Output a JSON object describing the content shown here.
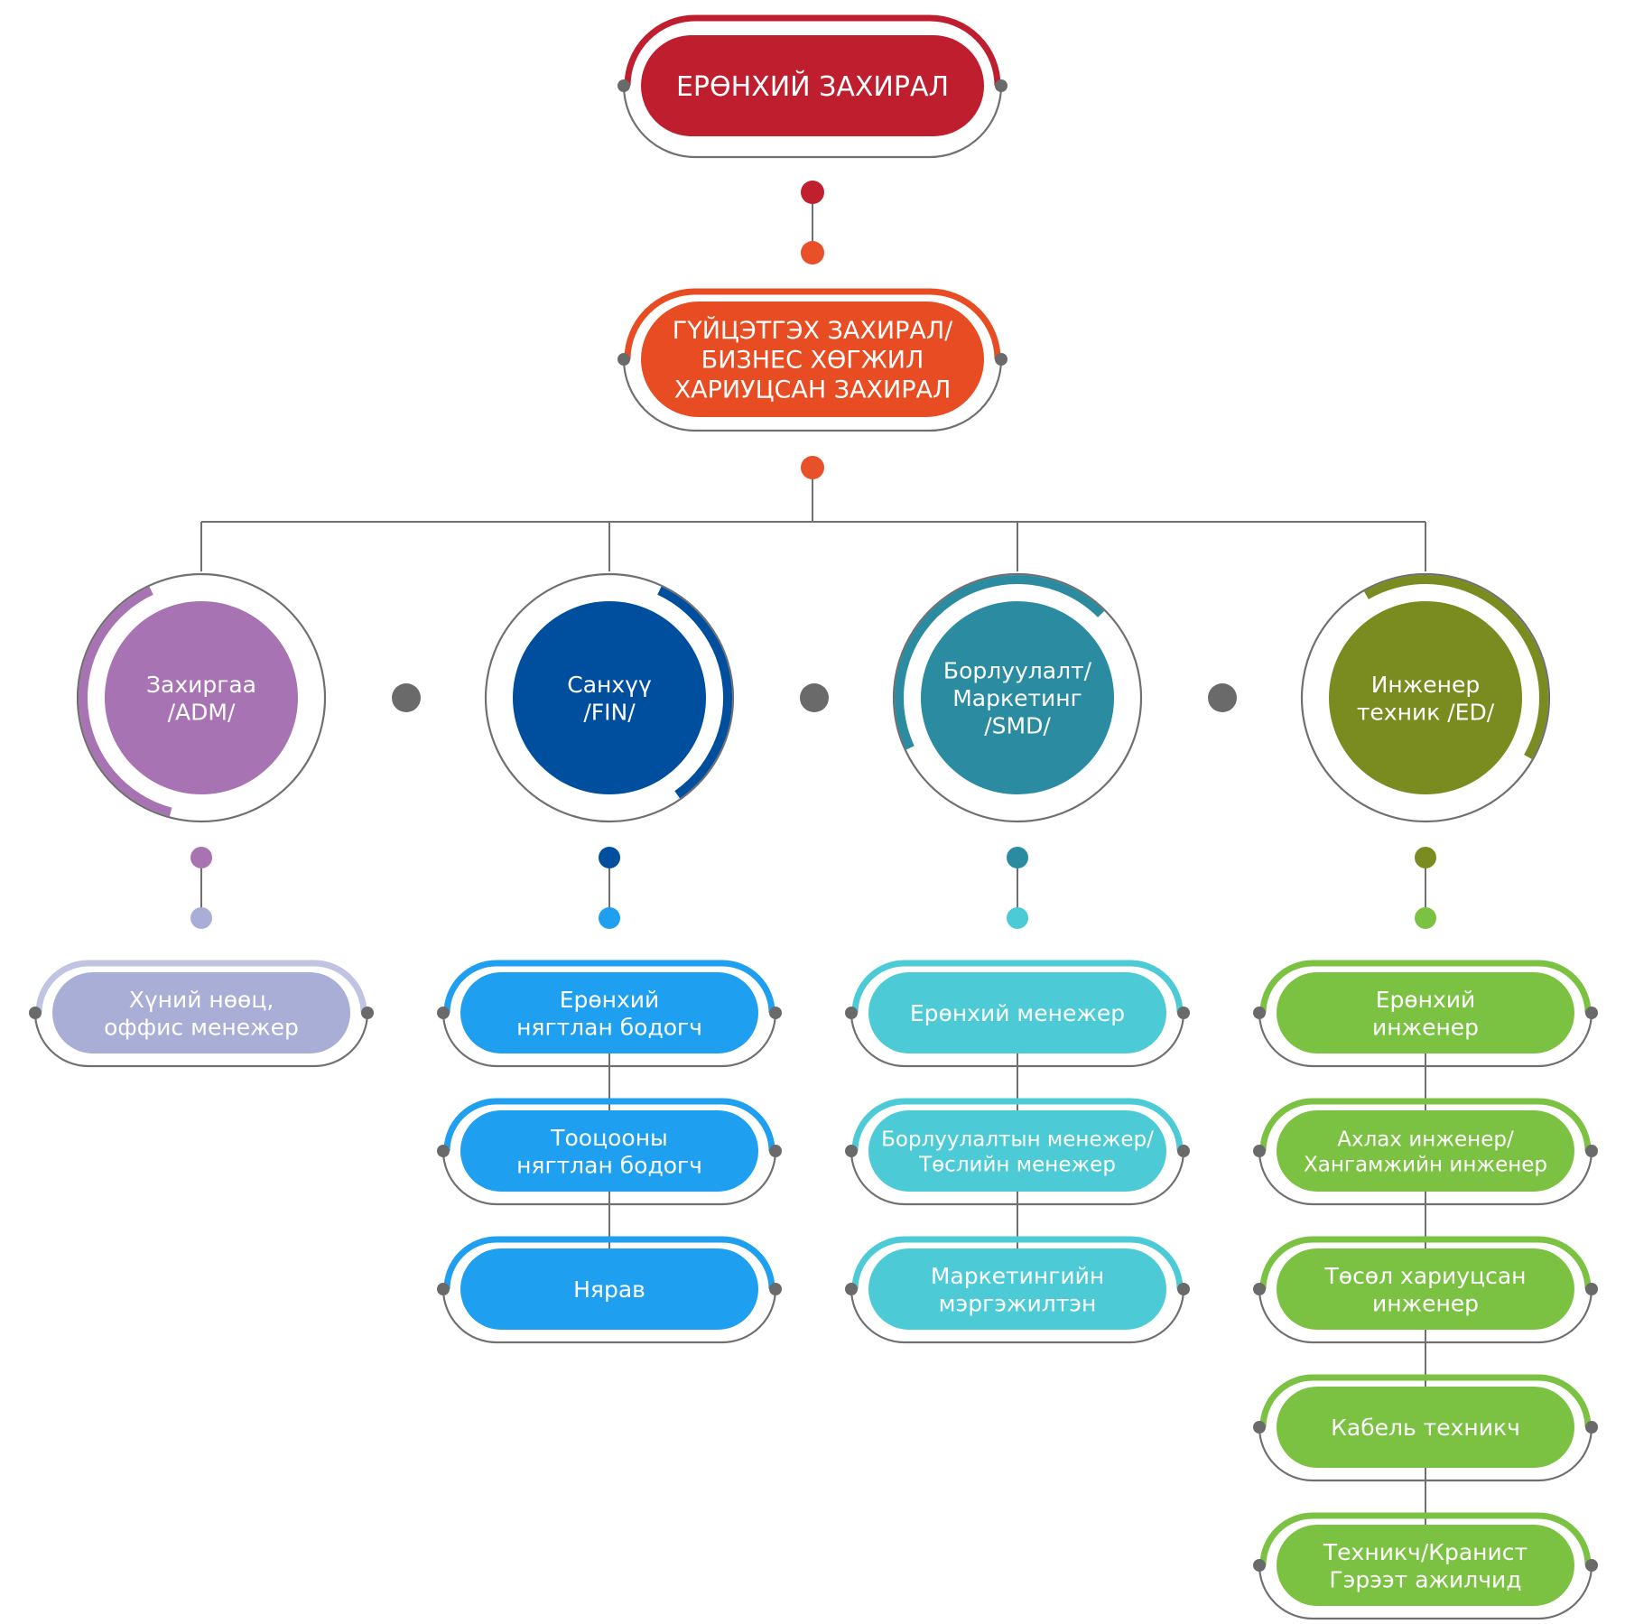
{
  "colors": {
    "gray": "#707070",
    "dot": "#6a6a6a",
    "ceo": "#be1e2d",
    "ceo_dot": "#c0202e",
    "exec": "#e84c22",
    "exec_dot": "#e8502a",
    "text_on_fill": "#ffffff"
  },
  "ceo": {
    "label": "ЕРӨНХИЙ ЗАХИРАЛ"
  },
  "executive": {
    "lines": [
      "ГҮЙЦЭТГЭХ ЗАХИРАЛ/",
      "БИЗНЕС ХӨГЖИЛ",
      "ХАРИУЦСАН ЗАХИРАЛ"
    ]
  },
  "departments": [
    {
      "id": "adm",
      "lines": [
        "Захиргаа",
        "/ADM/"
      ],
      "color": "#a873b2",
      "arc_color": "#a873b2",
      "dot_top": "#a873b2",
      "dot_bottom": "#a9aed6",
      "box_color": "#a9aed6",
      "box_arc": "#c0c3e2",
      "positions": [
        {
          "lines": [
            "Хүний нөөц,",
            "оффис менежер"
          ]
        }
      ]
    },
    {
      "id": "fin",
      "lines": [
        "Санхүү",
        "/FIN/"
      ],
      "color": "#004f9f",
      "arc_color": "#004f9f",
      "dot_top": "#004f9f",
      "dot_bottom": "#1e9fef",
      "box_color": "#1e9fef",
      "box_arc": "#1e9fef",
      "positions": [
        {
          "lines": [
            "Ерөнхий",
            "нягтлан бодогч"
          ]
        },
        {
          "lines": [
            "Тооцооны",
            "нягтлан бодогч"
          ]
        },
        {
          "lines": [
            "Нярав"
          ]
        }
      ]
    },
    {
      "id": "smd",
      "lines": [
        "Борлуулалт/",
        "Маркетинг",
        "/SMD/"
      ],
      "color": "#2b8ba0",
      "arc_color": "#2b8ba0",
      "dot_top": "#2b8ba0",
      "dot_bottom": "#4ccbd6",
      "box_color": "#4ccbd6",
      "box_arc": "#4ccbd6",
      "positions": [
        {
          "lines": [
            "Ерөнхий менежер"
          ]
        },
        {
          "lines": [
            "Борлуулалтын менежер/",
            "Төслийн менежер"
          ]
        },
        {
          "lines": [
            "Маркетингийн",
            "мэргэжилтэн"
          ]
        }
      ]
    },
    {
      "id": "ed",
      "lines": [
        "Инженер",
        "техник /ED/"
      ],
      "color": "#7a8c1f",
      "arc_color": "#7a8c1f",
      "dot_top": "#7a8c1f",
      "dot_bottom": "#7cc242",
      "box_color": "#7cc242",
      "box_arc": "#7cc242",
      "positions": [
        {
          "lines": [
            "Ерөнхий",
            "инженер"
          ]
        },
        {
          "lines": [
            "Ахлах инженер/",
            "Хангамжийн инженер"
          ]
        },
        {
          "lines": [
            "Төсөл хариуцсан",
            "инженер"
          ]
        },
        {
          "lines": [
            "Кабель техникч"
          ]
        },
        {
          "lines": [
            "Техникч/Кранист",
            "Гэрээт ажилчид"
          ]
        }
      ]
    }
  ]
}
